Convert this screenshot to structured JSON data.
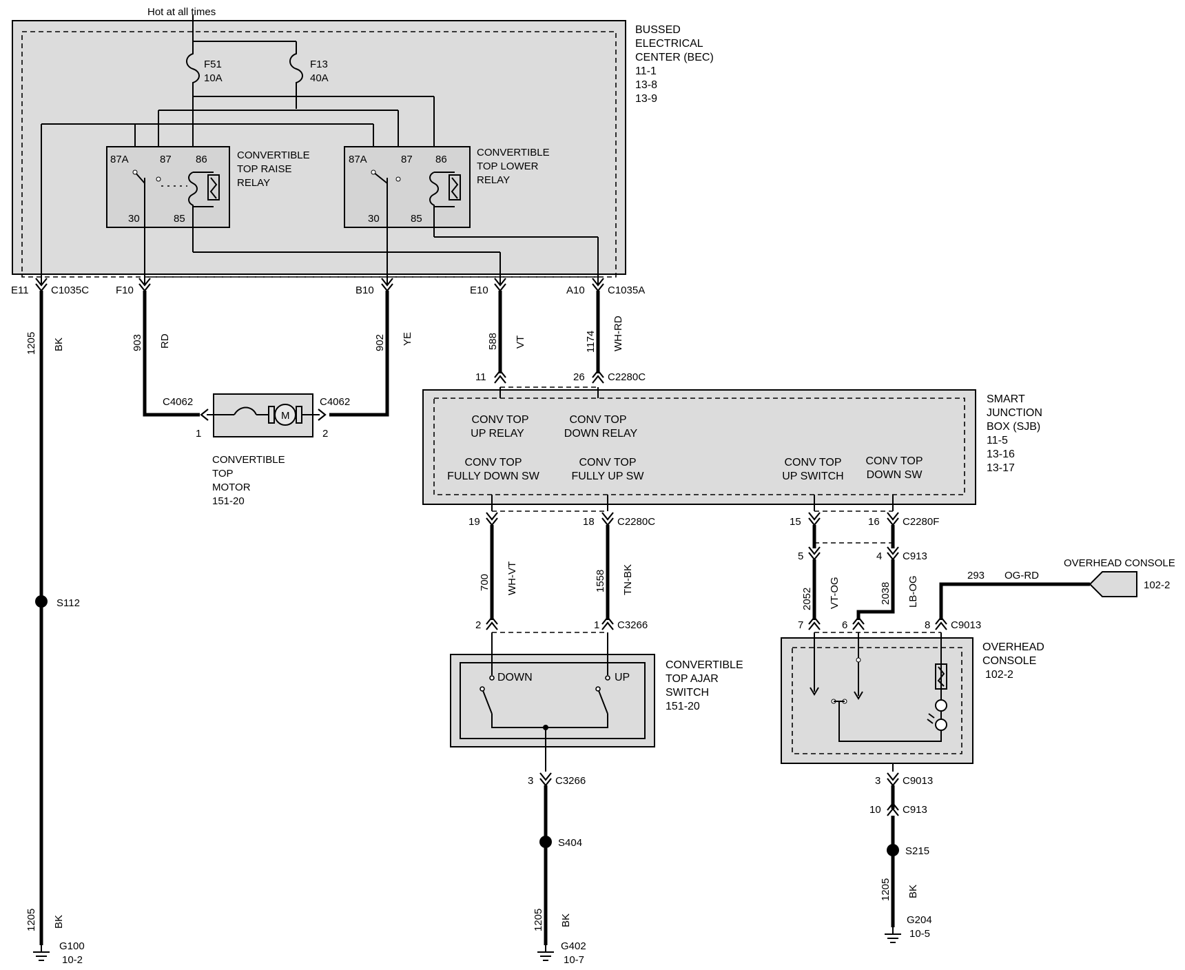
{
  "hot_label": "Hot at all times",
  "bec": {
    "title_lines": [
      "BUSSED",
      "ELECTRICAL",
      "CENTER (BEC)",
      "11-1",
      "13-8",
      "13-9"
    ],
    "fuse_f51": {
      "name": "F51",
      "rating": "10A"
    },
    "fuse_f13": {
      "name": "F13",
      "rating": "40A"
    },
    "raise_relay": {
      "title_lines": [
        "CONVERTIBLE",
        "TOP RAISE",
        "RELAY"
      ],
      "pin_87a": "87A",
      "pin_87": "87",
      "pin_86": "86",
      "pin_30": "30",
      "pin_85": "85"
    },
    "lower_relay": {
      "title_lines": [
        "CONVERTIBLE",
        "TOP LOWER",
        "RELAY"
      ],
      "pin_87a": "87A",
      "pin_87": "87",
      "pin_86": "86",
      "pin_30": "30",
      "pin_85": "85"
    }
  },
  "bec_pins": {
    "e11": "E11",
    "c1035c": "C1035C",
    "f10": "F10",
    "b10": "B10",
    "e10": "E10",
    "a10": "A10",
    "c1035a": "C1035A"
  },
  "wires": {
    "w1205_a": {
      "circuit": "1205",
      "color": "BK"
    },
    "w903": {
      "circuit": "903",
      "color": "RD"
    },
    "w902": {
      "circuit": "902",
      "color": "YE"
    },
    "w588": {
      "circuit": "588",
      "color": "VT"
    },
    "w1174": {
      "circuit": "1174",
      "color": "WH-RD"
    },
    "w700": {
      "circuit": "700",
      "color": "WH-VT"
    },
    "w1558": {
      "circuit": "1558",
      "color": "TN-BK"
    },
    "w2052": {
      "circuit": "2052",
      "color": "VT-OG"
    },
    "w2038": {
      "circuit": "2038",
      "color": "LB-OG"
    },
    "w293": {
      "circuit": "293",
      "color": "OG-RD"
    },
    "w1205_b": {
      "circuit": "1205",
      "color": "BK"
    },
    "w1205_c": {
      "circuit": "1205",
      "color": "BK"
    },
    "w1205_d": {
      "circuit": "1205",
      "color": "BK"
    }
  },
  "motor": {
    "conn_left": "C4062",
    "conn_right": "C4062",
    "pin_left": "1",
    "pin_right": "2",
    "symbol": "M",
    "title_lines": [
      "CONVERTIBLE",
      "TOP",
      "MOTOR",
      "151-20"
    ]
  },
  "sjb": {
    "title_lines": [
      "SMART",
      "JUNCTION",
      "BOX (SJB)",
      "11-5",
      "13-16",
      "13-17"
    ],
    "pin_11": "11",
    "pin_26": "26",
    "conn_top": "C2280C",
    "internal": {
      "up_relay": [
        "CONV TOP",
        "UP RELAY"
      ],
      "down_relay": [
        "CONV TOP",
        "DOWN RELAY"
      ],
      "fully_down": [
        "CONV TOP",
        "FULLY DOWN SW"
      ],
      "fully_up": [
        "CONV TOP",
        "FULLY UP SW"
      ],
      "up_switch": [
        "CONV TOP",
        "UP SWITCH"
      ],
      "down_sw": [
        "CONV TOP",
        "DOWN SW"
      ]
    },
    "pin_19": "19",
    "pin_18": "18",
    "conn_bottom_left": "C2280C",
    "pin_15": "15",
    "pin_16": "16",
    "conn_bottom_right": "C2280F"
  },
  "c913_top": {
    "pin_5": "5",
    "pin_4": "4",
    "conn": "C913"
  },
  "c3266_top": {
    "pin_2": "2",
    "pin_1": "1",
    "conn": "C3266"
  },
  "ajar_switch": {
    "down": "DOWN",
    "up": "UP",
    "title_lines": [
      "CONVERTIBLE",
      "TOP AJAR",
      "SWITCH",
      "151-20"
    ]
  },
  "c3266_bottom": {
    "pin": "3",
    "conn": "C3266"
  },
  "splices": {
    "s112": "S112",
    "s404": "S404",
    "s215": "S215"
  },
  "grounds": {
    "g100": {
      "name": "G100",
      "ref": "10-2"
    },
    "g402": {
      "name": "G402",
      "ref": "10-7"
    },
    "g204": {
      "name": "G204",
      "ref": "10-5"
    }
  },
  "overhead_top_conn": {
    "pin_7": "7",
    "pin_6": "6",
    "pin_8": "8",
    "conn": "C9013"
  },
  "overhead_console_offpage": {
    "title": "OVERHEAD CONSOLE",
    "ref": "102-2"
  },
  "overhead_console": {
    "title_lines": [
      "OVERHEAD",
      "CONSOLE",
      "102-2"
    ]
  },
  "c9013_bottom": {
    "pin": "3",
    "conn": "C9013"
  },
  "c913_bottom": {
    "pin": "10",
    "conn": "C913"
  }
}
